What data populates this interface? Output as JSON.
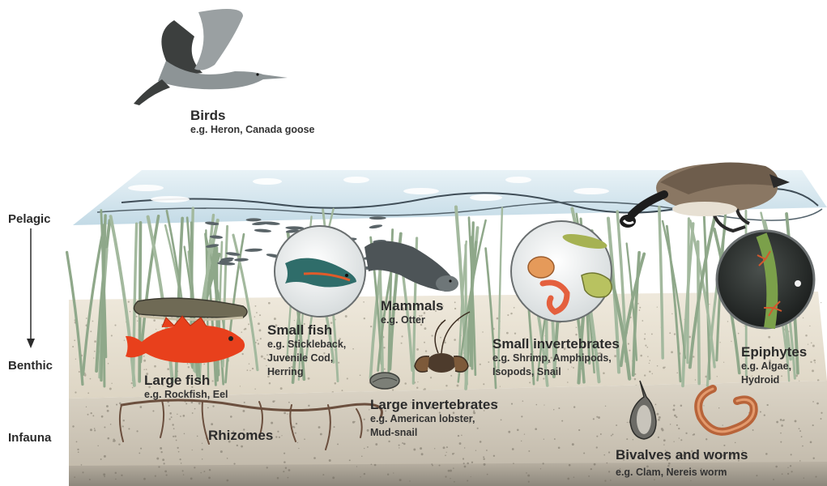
{
  "zones": {
    "pelagic": "Pelagic",
    "benthic": "Benthic",
    "infauna": "Infauna"
  },
  "groups": {
    "birds": {
      "title": "Birds",
      "examples": "e.g. Heron, Canada goose"
    },
    "small_fish": {
      "title": "Small fish",
      "examples": "e.g. Stickleback,\nJuvenile Cod,\nHerring"
    },
    "mammals": {
      "title": "Mammals",
      "examples": "e.g. Otter"
    },
    "small_invertebrates": {
      "title": "Small invertebrates",
      "examples": "e.g. Shrimp, Amphipods,\nIsopods, Snail"
    },
    "epiphytes": {
      "title": "Epiphytes",
      "examples": "e.g. Algae,\nHydroid"
    },
    "large_fish": {
      "title": "Large fish",
      "examples": "e.g. Rockfish, Eel"
    },
    "large_invertebrates": {
      "title": "Large invertebrates",
      "examples": "e.g. American lobster,\nMud-snail"
    },
    "rhizomes": {
      "title": "Rhizomes"
    },
    "bivalves_worms": {
      "title": "Bivalves and worms",
      "examples": "e.g. Clam, Nereis worm"
    }
  },
  "colors": {
    "water": "#cfe3ee",
    "sediment": "#e8e2d3",
    "infauna_layer": "#d2cbbd",
    "eelgrass": "#8fa88a",
    "rockfish": "#e8401c",
    "heron": "#4a4f4f"
  },
  "icons": [
    "heron-icon",
    "canada-goose-icon",
    "otter-icon",
    "eel-icon",
    "rockfish-icon",
    "lobster-icon",
    "mud-snail-icon",
    "clam-icon",
    "nereis-worm-icon",
    "stickleback-icon",
    "shrimp-icon",
    "amphipod-icon",
    "isopod-icon",
    "hydroid-icon",
    "eelgrass-icon",
    "rhizome-icon"
  ]
}
